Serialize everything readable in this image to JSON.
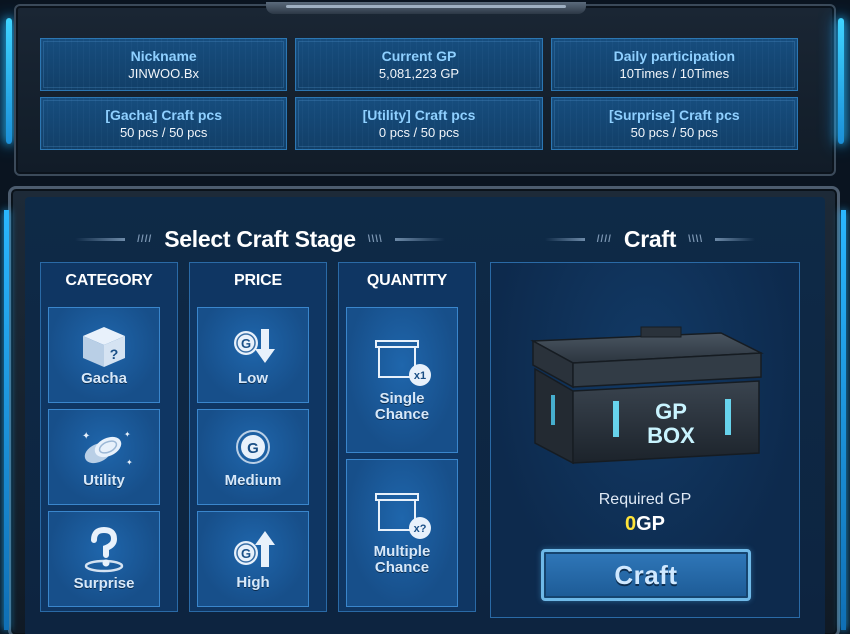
{
  "stats": [
    {
      "label": "Nickname",
      "value": "JINWOO.Bx"
    },
    {
      "label": "Current GP",
      "value": "5,081,223 GP"
    },
    {
      "label": "Daily participation",
      "value": "10Times / 10Times"
    },
    {
      "label": "[Gacha] Craft pcs",
      "value": "50 pcs / 50 pcs"
    },
    {
      "label": "[Utility] Craft pcs",
      "value": "0 pcs / 50 pcs"
    },
    {
      "label": "[Surprise] Craft pcs",
      "value": "50 pcs / 50 pcs"
    }
  ],
  "select_title": "Select Craft Stage",
  "craft_title": "Craft",
  "category": {
    "heading": "CATEGORY",
    "items": [
      {
        "label": "Gacha",
        "icon": "mystery-box-icon",
        "glyph": "?"
      },
      {
        "label": "Utility",
        "icon": "coins-icon"
      },
      {
        "label": "Surprise",
        "icon": "question-mark-icon"
      }
    ]
  },
  "price": {
    "heading": "PRICE",
    "items": [
      {
        "label": "Low",
        "icon": "gp-down-icon",
        "glyph": "G"
      },
      {
        "label": "Medium",
        "icon": "gp-coin-icon",
        "glyph": "G"
      },
      {
        "label": "High",
        "icon": "gp-up-icon",
        "glyph": "G"
      }
    ]
  },
  "quantity": {
    "heading": "QUANTITY",
    "items": [
      {
        "label": "Single\nChance",
        "icon": "single-box-icon",
        "badge": "x1"
      },
      {
        "label": "Multiple\nChance",
        "icon": "multiple-box-icon",
        "badge": "x?"
      }
    ]
  },
  "craft": {
    "box_text_1": "GP",
    "box_text_2": "BOX",
    "required_label": "Required GP",
    "required_value": "0",
    "required_unit": "GP",
    "button_label": "Craft"
  },
  "colors": {
    "accent_glow": "#2cc6ff",
    "gp_value": "#ffe43a",
    "tile_bg": "#174f8a"
  }
}
